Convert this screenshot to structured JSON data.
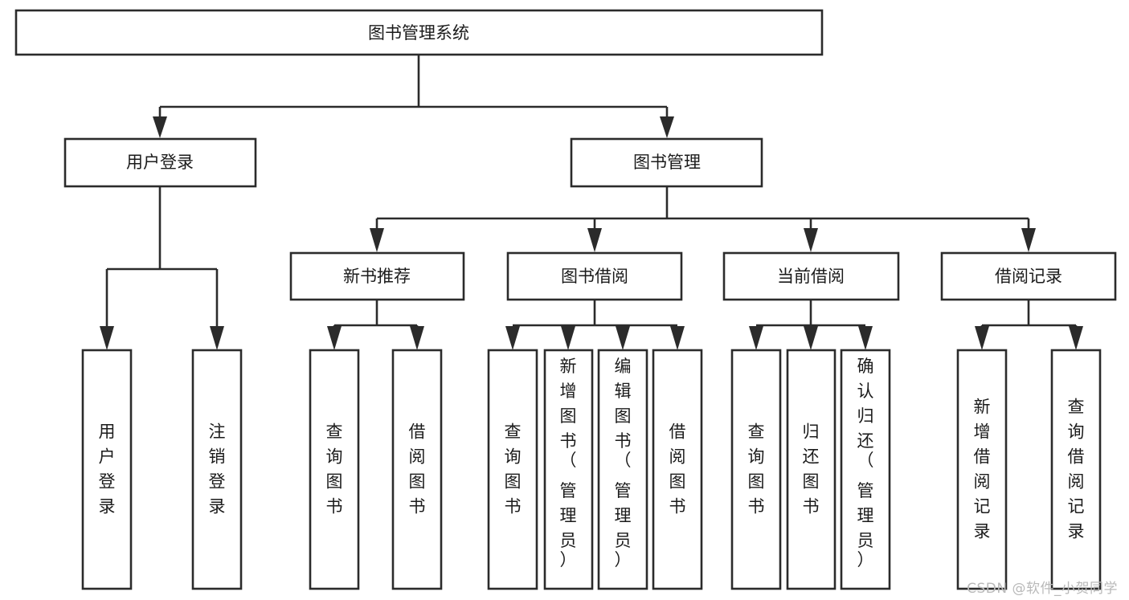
{
  "diagram": {
    "title": "图书管理系统",
    "type": "tree",
    "watermark": "CSDN @软件_小贺同学",
    "colors": {
      "stroke": "#2b2b2b",
      "fill": "#ffffff",
      "text": "#1b1b1b",
      "watermark": "#b9b9b9",
      "background": "#ffffff"
    },
    "root": {
      "label": "图书管理系统"
    },
    "level1": [
      {
        "label": "用户登录"
      },
      {
        "label": "图书管理"
      }
    ],
    "level2": [
      {
        "label": "新书推荐"
      },
      {
        "label": "图书借阅"
      },
      {
        "label": "当前借阅"
      },
      {
        "label": "借阅记录"
      }
    ],
    "leaves": {
      "user_login": [
        {
          "label": "用户登录"
        },
        {
          "label": "注销登录"
        }
      ],
      "new_book_recommend": [
        {
          "label": "查询图书"
        },
        {
          "label": "借阅图书"
        }
      ],
      "book_borrow": [
        {
          "label": "查询图书"
        },
        {
          "label": "新增图书（管理员）"
        },
        {
          "label": "编辑图书（管理员）"
        },
        {
          "label": "借阅图书"
        }
      ],
      "current_borrow": [
        {
          "label": "查询图书"
        },
        {
          "label": "归还图书"
        },
        {
          "label": "确认归还（管理员）"
        }
      ],
      "borrow_record": [
        {
          "label": "新增借阅记录"
        },
        {
          "label": "查询借阅记录"
        }
      ]
    }
  }
}
